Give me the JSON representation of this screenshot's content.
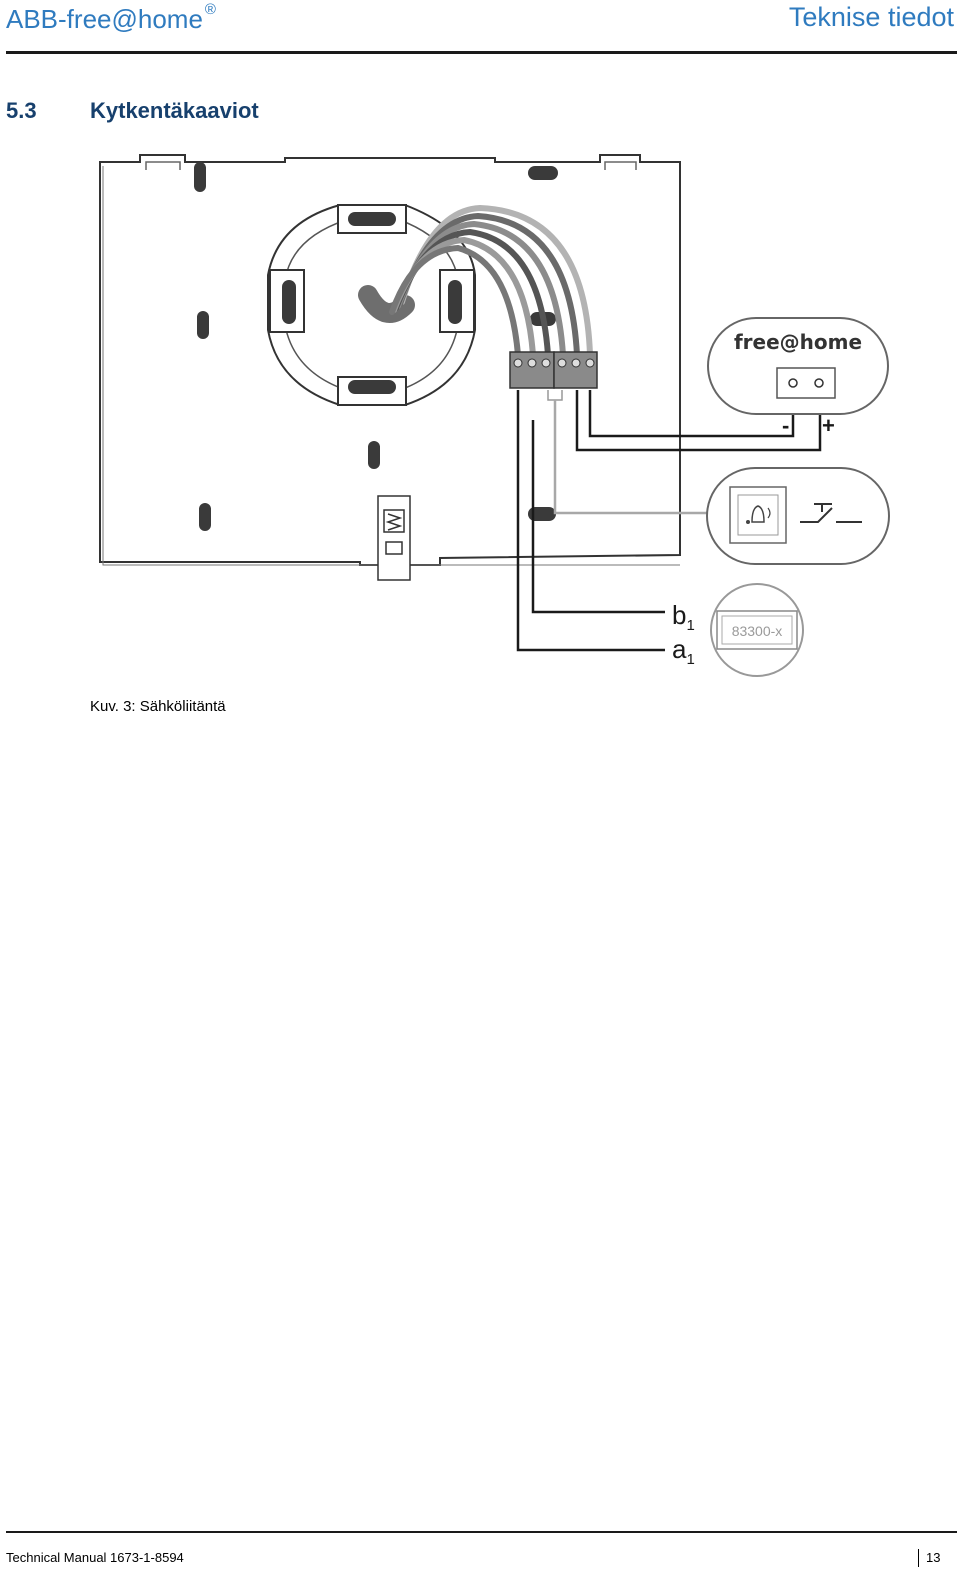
{
  "header": {
    "brand": "ABB-free@home",
    "brand_mark": "®",
    "section_label": "Teknise tiedot"
  },
  "section": {
    "number": "5.3",
    "title": "Kytkentäkaaviot"
  },
  "figure": {
    "labels": {
      "panel": "free@home",
      "minus": "-",
      "plus": "+",
      "b1_letter": "b",
      "b1_sub": "1",
      "a1_letter": "a",
      "a1_sub": "1",
      "module": "83300-x"
    },
    "icons": [
      "wall-plate",
      "free-home-panel",
      "doorbell-button",
      "bus-module"
    ],
    "colors": {
      "wire_dark": "#555555",
      "wire_mid": "#8c8c8c",
      "wire_light": "#b3b3b3",
      "line": "#1a1a1a",
      "accent": "#2f7bbf"
    }
  },
  "caption": "Kuv. 3: Sähköliitäntä",
  "footer": {
    "manual": "Technical Manual 1673-1-8594",
    "page": "13"
  }
}
